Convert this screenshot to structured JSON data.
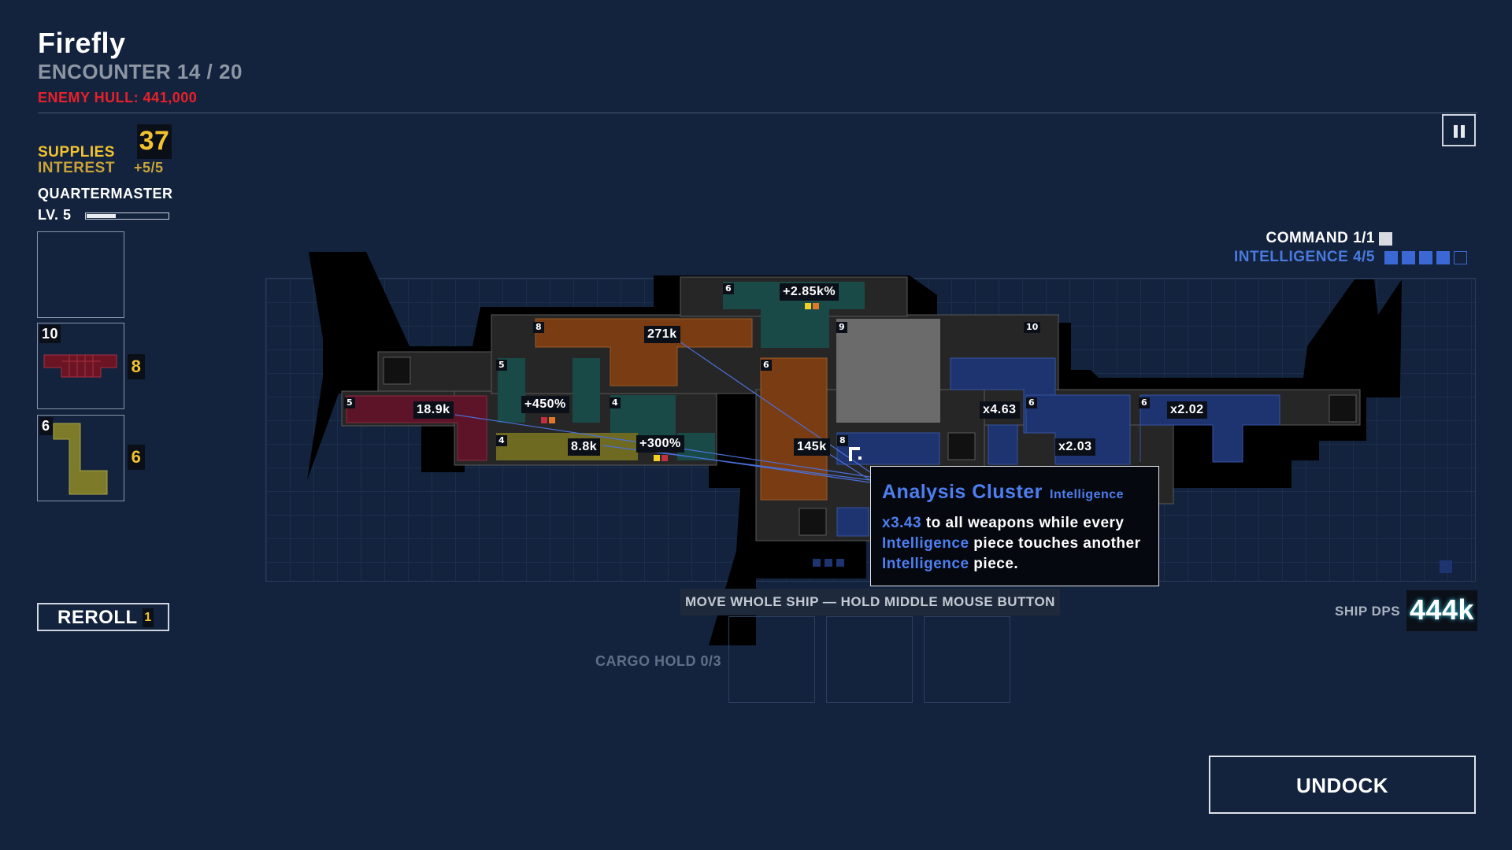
{
  "header": {
    "ship_name": "Firefly",
    "encounter": "ENCOUNTER 14 / 20",
    "enemy_hull": "ENEMY HULL: 441,000"
  },
  "economy": {
    "supplies_label": "SUPPLIES",
    "supplies_value": "37",
    "interest_label": "INTEREST",
    "interest_value": "+5/5",
    "quartermaster_label": "QUARTERMASTER",
    "level": "LV. 5",
    "level_progress": 0.35
  },
  "shop": {
    "slots": [
      {
        "cost": "",
        "price": ""
      },
      {
        "cost": "10",
        "price": "8",
        "color": "#6b1424"
      },
      {
        "cost": "6",
        "price": "6",
        "color": "#7d7a2a"
      }
    ],
    "reroll_label": "REROLL",
    "reroll_cost": "1"
  },
  "classes": {
    "command_label": "COMMAND  1/1",
    "command_filled": 1,
    "command_total": 1,
    "intel_label": "INTELLIGENCE  4/5",
    "intel_filled": 4,
    "intel_total": 5,
    "command_color": "#d8dbe0",
    "intel_color": "#3c68d6"
  },
  "ship": {
    "labels": {
      "crit_top": "+2.85k%",
      "v271k": "271k",
      "plus450": "+450%",
      "v189k": "18.9k",
      "v88k": "8.8k",
      "plus300": "+300%",
      "v145k": "145k",
      "x463": "x4.63",
      "x203": "x2.03",
      "x202": "x2.02"
    },
    "size_tags": {
      "s6a": "6",
      "s8": "8",
      "s9": "9",
      "s10": "10",
      "s5a": "5",
      "s6b": "6",
      "s5b": "5",
      "s4a": "4",
      "s4b": "4",
      "s6c": "6",
      "s6d": "6",
      "s8b": "8"
    }
  },
  "tooltip": {
    "title": "Analysis Cluster",
    "class": "Intelligence",
    "multiplier": "x3.43",
    "line1_rest": " to all weapons while every",
    "line2_hl": "Intelligence",
    "line2_rest": " piece touches another",
    "line3_hl": "Intelligence",
    "line3_rest": " piece."
  },
  "hints": {
    "move_ship": "MOVE WHOLE SHIP — HOLD MIDDLE MOUSE BUTTON",
    "cargo": "CARGO HOLD  0/3"
  },
  "stats": {
    "dps_label": "SHIP DPS",
    "dps_value": "444k"
  },
  "actions": {
    "undock_label": "UNDOCK"
  }
}
